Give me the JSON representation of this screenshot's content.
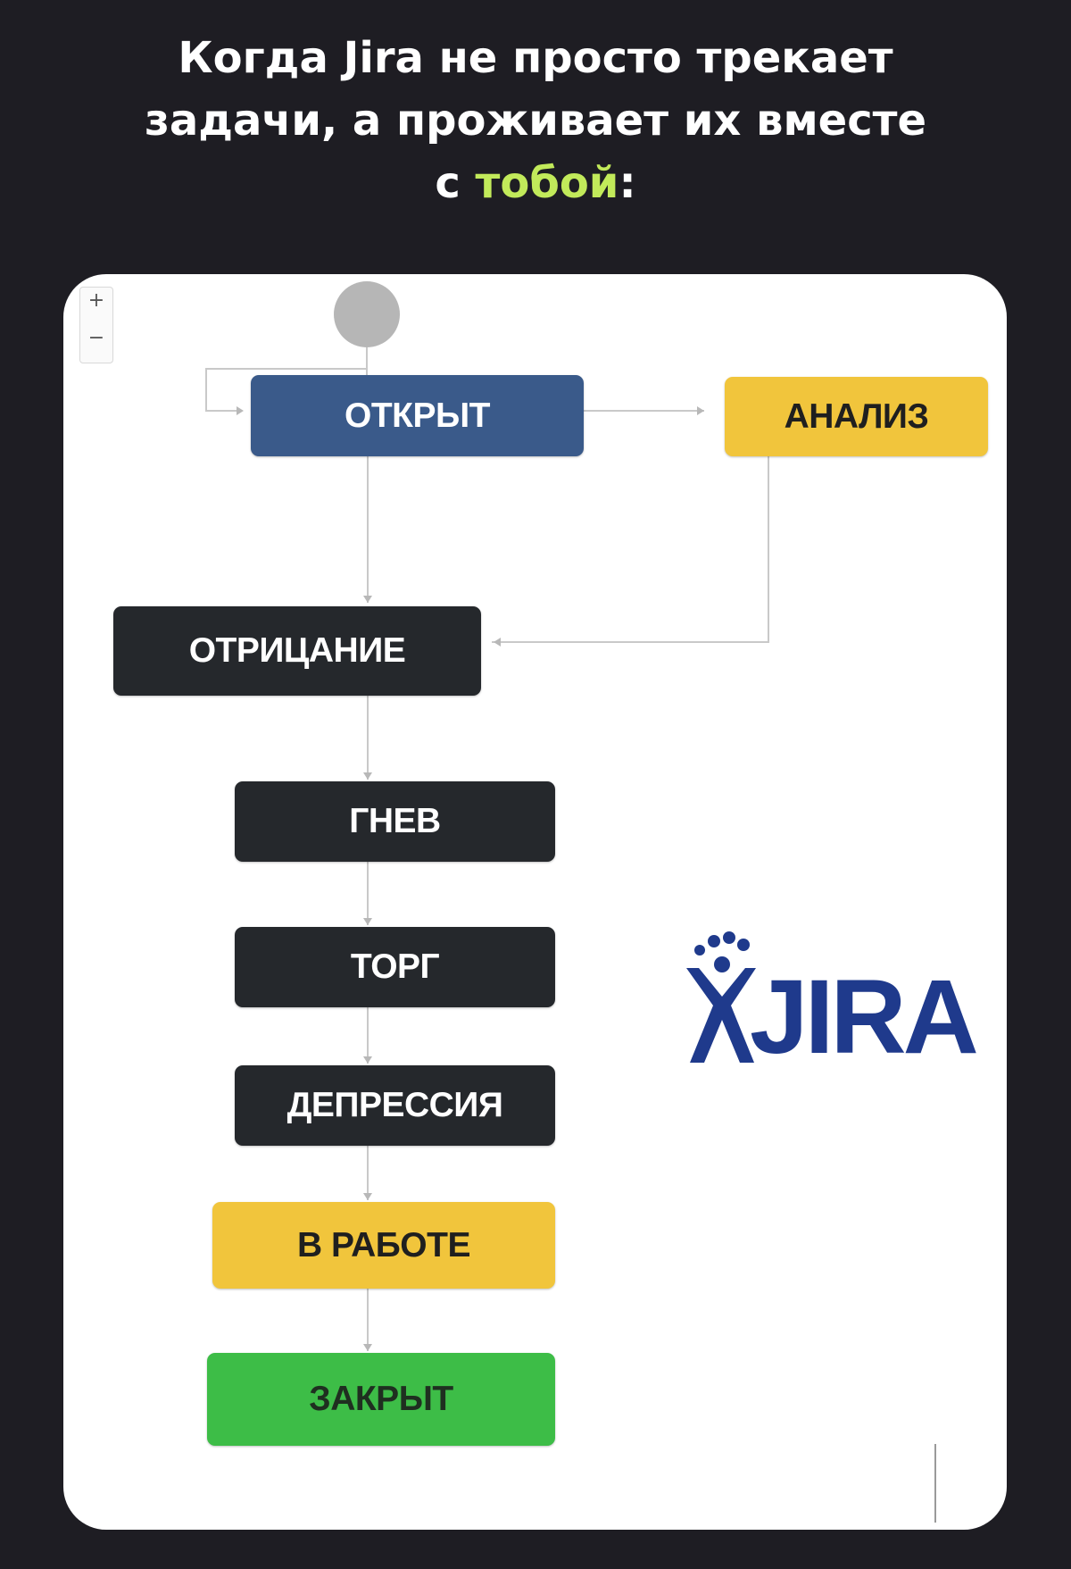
{
  "header": {
    "line1": "Когда Jira не просто трекает",
    "line2": "задачи, а проживает их вместе",
    "line3_prefix": "с ",
    "line3_accent": "тобой",
    "line3_suffix": ":"
  },
  "colors": {
    "background": "#1e1d23",
    "accent": "#c2ea5a",
    "open": "#3a5a8a",
    "analysis": "#f1c53c",
    "emotion": "#25282c",
    "in_progress": "#f1c53c",
    "closed": "#3dbd47",
    "jira_logo": "#1f3a8c"
  },
  "toolbar": {
    "zoom_in": "+",
    "zoom_out": "−"
  },
  "workflow": {
    "statuses": {
      "open": "ОТКРЫТ",
      "analysis": "АНАЛИЗ",
      "denial": "ОТРИЦАНИЕ",
      "anger": "ГНЕВ",
      "bargaining": "ТОРГ",
      "depression": "ДЕПРЕССИЯ",
      "in_progress": "В РАБОТЕ",
      "closed": "ЗАКРЫТ"
    },
    "transitions": [
      [
        "start",
        "open"
      ],
      [
        "open",
        "open"
      ],
      [
        "open",
        "analysis"
      ],
      [
        "analysis",
        "denial"
      ],
      [
        "open",
        "denial"
      ],
      [
        "denial",
        "anger"
      ],
      [
        "anger",
        "bargaining"
      ],
      [
        "bargaining",
        "depression"
      ],
      [
        "depression",
        "in_progress"
      ],
      [
        "in_progress",
        "closed"
      ]
    ]
  },
  "logo": {
    "text": "JIRA",
    "icon": "jira-figure-icon"
  }
}
